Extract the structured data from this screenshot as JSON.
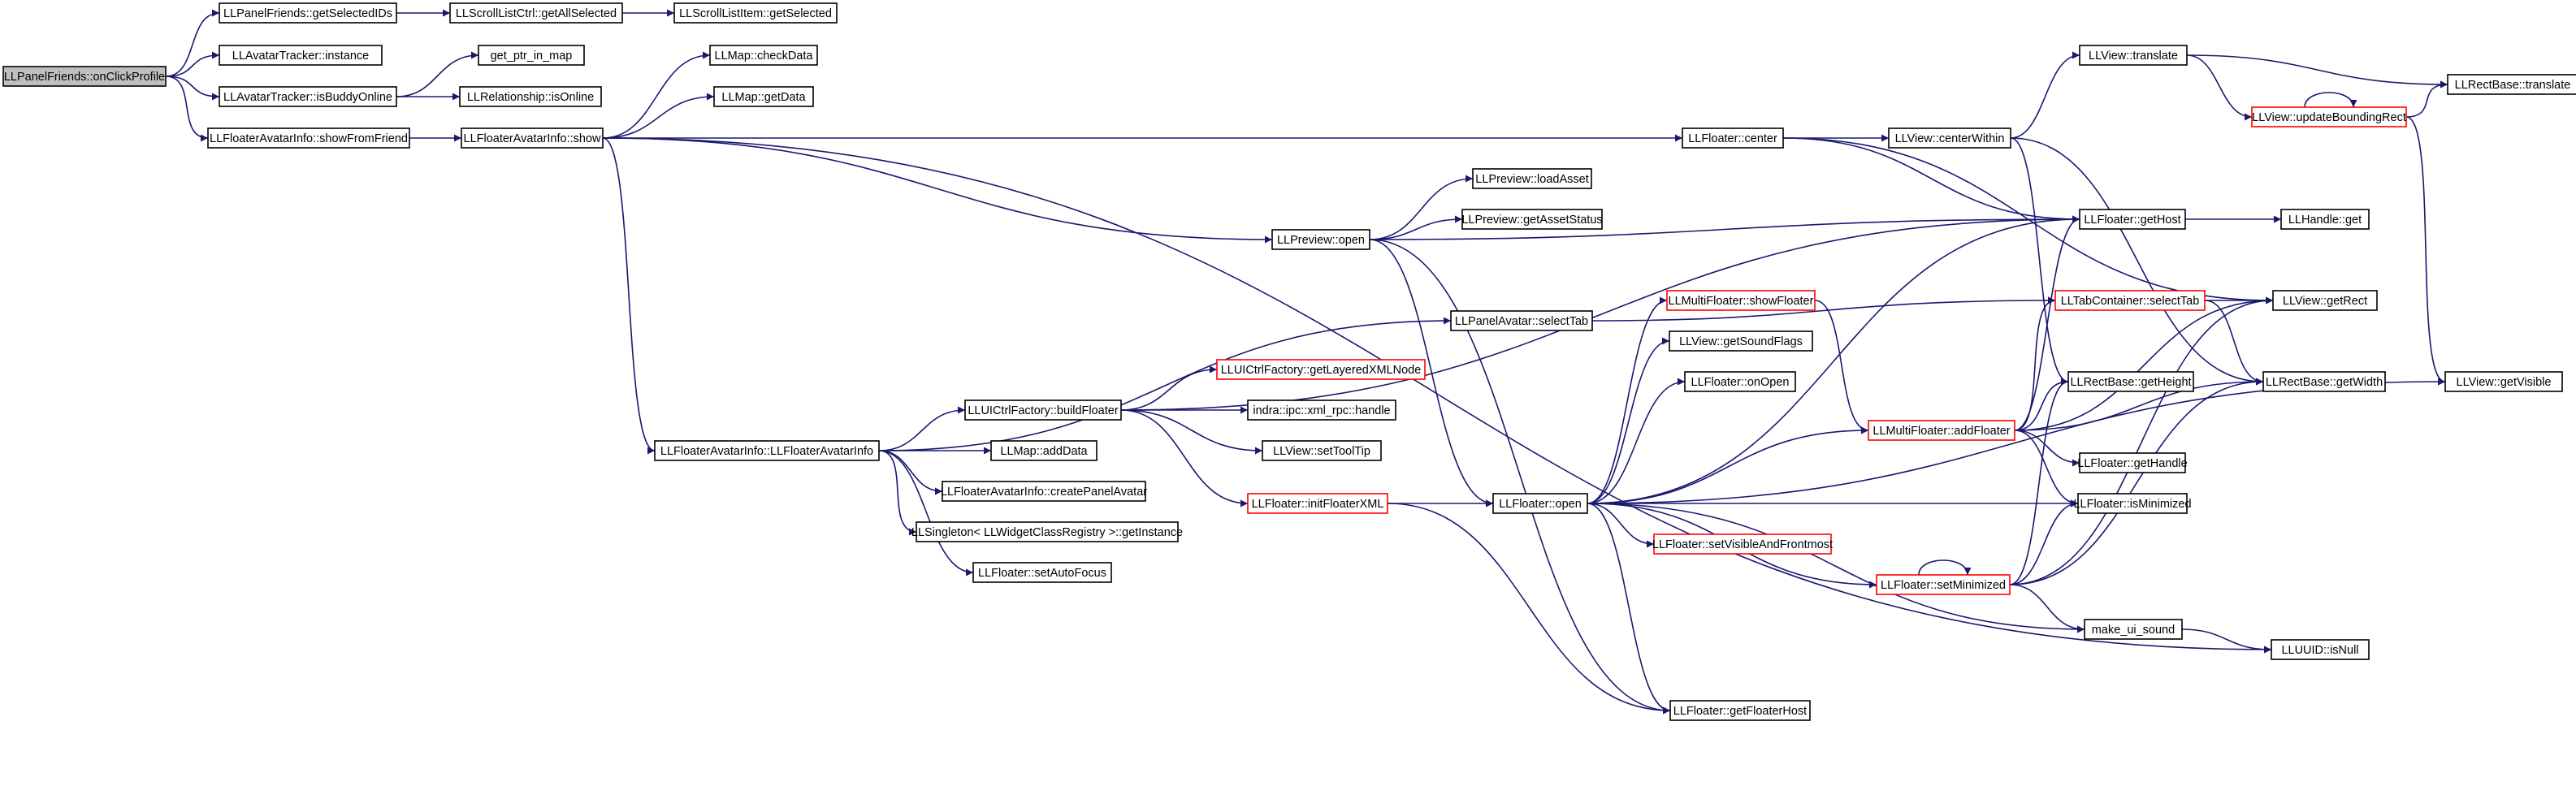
{
  "diagram": {
    "type": "call-graph",
    "colors": {
      "edge": "#191970",
      "node_border": "#000000",
      "truncated_border": "#ff0000",
      "root_fill": "#bfbfbf",
      "background": "#ffffff"
    },
    "nodes": [
      {
        "id": "onClickProfile",
        "label": "LLPanelFriends::onClickProfile",
        "style": "root"
      },
      {
        "id": "getSelectedIDs",
        "label": "LLPanelFriends::getSelectedIDs"
      },
      {
        "id": "getAllSelected",
        "label": "LLScrollListCtrl::getAllSelected"
      },
      {
        "id": "getSelected",
        "label": "LLScrollListItem::getSelected"
      },
      {
        "id": "avatarTrackerInstance",
        "label": "LLAvatarTracker::instance"
      },
      {
        "id": "isBuddyOnline",
        "label": "LLAvatarTracker::isBuddyOnline"
      },
      {
        "id": "getPtrInMap",
        "label": "get_ptr_in_map"
      },
      {
        "id": "isOnline",
        "label": "LLRelationship::isOnline"
      },
      {
        "id": "showFromFriend",
        "label": "LLFloaterAvatarInfo::showFromFriend"
      },
      {
        "id": "avatarInfoShow",
        "label": "LLFloaterAvatarInfo::show"
      },
      {
        "id": "checkData",
        "label": "LLMap::checkData"
      },
      {
        "id": "getData",
        "label": "LLMap::getData"
      },
      {
        "id": "floaterCenter",
        "label": "LLFloater::center"
      },
      {
        "id": "viewTranslate",
        "label": "LLView::translate"
      },
      {
        "id": "rectTranslate",
        "label": "LLRectBase::translate"
      },
      {
        "id": "updateBoundingRect",
        "label": "LLView::updateBoundingRect",
        "style": "red"
      },
      {
        "id": "centerWithin",
        "label": "LLView::centerWithin"
      },
      {
        "id": "loadAsset",
        "label": "LLPreview::loadAsset"
      },
      {
        "id": "getAssetStatus",
        "label": "LLPreview::getAssetStatus"
      },
      {
        "id": "getHost",
        "label": "LLFloater::getHost"
      },
      {
        "id": "handleGet",
        "label": "LLHandle::get"
      },
      {
        "id": "previewOpen",
        "label": "LLPreview::open"
      },
      {
        "id": "showFloater",
        "label": "LLMultiFloater::showFloater",
        "style": "red"
      },
      {
        "id": "selectTabTC",
        "label": "LLTabContainer::selectTab",
        "style": "red"
      },
      {
        "id": "getRect",
        "label": "LLView::getRect"
      },
      {
        "id": "selectTabPA",
        "label": "LLPanelAvatar::selectTab"
      },
      {
        "id": "getSoundFlags",
        "label": "LLView::getSoundFlags"
      },
      {
        "id": "getLayeredXMLNode",
        "label": "LLUICtrlFactory::getLayeredXMLNode",
        "style": "red"
      },
      {
        "id": "onOpen",
        "label": "LLFloater::onOpen"
      },
      {
        "id": "getHeight",
        "label": "LLRectBase::getHeight"
      },
      {
        "id": "getWidth",
        "label": "LLRectBase::getWidth"
      },
      {
        "id": "getVisible",
        "label": "LLView::getVisible"
      },
      {
        "id": "buildFloater",
        "label": "LLUICtrlFactory::buildFloater"
      },
      {
        "id": "xmlRpcHandle",
        "label": "indra::ipc::xml_rpc::handle"
      },
      {
        "id": "avatarInfoCtor",
        "label": "LLFloaterAvatarInfo::LLFloaterAvatarInfo"
      },
      {
        "id": "addFloater",
        "label": "LLMultiFloater::addFloater",
        "style": "red"
      },
      {
        "id": "addData",
        "label": "LLMap::addData"
      },
      {
        "id": "setToolTip",
        "label": "LLView::setToolTip"
      },
      {
        "id": "getHandle",
        "label": "LLFloater::getHandle"
      },
      {
        "id": "createPanelAvatar",
        "label": "LLFloaterAvatarInfo::createPanelAvatar"
      },
      {
        "id": "initFloaterXML",
        "label": "LLFloater::initFloaterXML",
        "style": "red"
      },
      {
        "id": "floaterOpen",
        "label": "LLFloater::open"
      },
      {
        "id": "isMinimized",
        "label": "LLFloater::isMinimized"
      },
      {
        "id": "singletonGetInstance",
        "label": "LLSingleton< LLWidgetClassRegistry >::getInstance"
      },
      {
        "id": "setVisibleAndFrontmost",
        "label": "LLFloater::setVisibleAndFrontmost",
        "style": "red"
      },
      {
        "id": "setAutoFocus",
        "label": "LLFloater::setAutoFocus"
      },
      {
        "id": "setMinimized",
        "label": "LLFloater::setMinimized",
        "style": "red"
      },
      {
        "id": "makeUiSound",
        "label": "make_ui_sound"
      },
      {
        "id": "uuidIsNull",
        "label": "LLUUID::isNull"
      },
      {
        "id": "getFloaterHost",
        "label": "LLFloater::getFloaterHost"
      }
    ],
    "edges": [
      [
        "onClickProfile",
        "getSelectedIDs"
      ],
      [
        "onClickProfile",
        "avatarTrackerInstance"
      ],
      [
        "onClickProfile",
        "isBuddyOnline"
      ],
      [
        "onClickProfile",
        "showFromFriend"
      ],
      [
        "getSelectedIDs",
        "getAllSelected"
      ],
      [
        "getAllSelected",
        "getSelected"
      ],
      [
        "isBuddyOnline",
        "getPtrInMap"
      ],
      [
        "isBuddyOnline",
        "isOnline"
      ],
      [
        "showFromFriend",
        "avatarInfoShow"
      ],
      [
        "avatarInfoShow",
        "checkData"
      ],
      [
        "avatarInfoShow",
        "getData"
      ],
      [
        "avatarInfoShow",
        "floaterCenter"
      ],
      [
        "avatarInfoShow",
        "previewOpen"
      ],
      [
        "avatarInfoShow",
        "avatarInfoCtor"
      ],
      [
        "avatarInfoShow",
        "uuidIsNull"
      ],
      [
        "floaterCenter",
        "centerWithin"
      ],
      [
        "floaterCenter",
        "getHost"
      ],
      [
        "floaterCenter",
        "getRect"
      ],
      [
        "centerWithin",
        "viewTranslate"
      ],
      [
        "centerWithin",
        "getHeight"
      ],
      [
        "centerWithin",
        "getWidth"
      ],
      [
        "viewTranslate",
        "rectTranslate"
      ],
      [
        "viewTranslate",
        "updateBoundingRect"
      ],
      [
        "updateBoundingRect",
        "updateBoundingRect"
      ],
      [
        "updateBoundingRect",
        "rectTranslate"
      ],
      [
        "updateBoundingRect",
        "getVisible"
      ],
      [
        "getHost",
        "handleGet"
      ],
      [
        "previewOpen",
        "loadAsset"
      ],
      [
        "previewOpen",
        "getAssetStatus"
      ],
      [
        "previewOpen",
        "getHost"
      ],
      [
        "previewOpen",
        "floaterOpen"
      ],
      [
        "previewOpen",
        "getFloaterHost"
      ],
      [
        "selectTabPA",
        "selectTabTC"
      ],
      [
        "selectTabTC",
        "getRect"
      ],
      [
        "selectTabTC",
        "getWidth"
      ],
      [
        "avatarInfoCtor",
        "selectTabPA"
      ],
      [
        "avatarInfoCtor",
        "buildFloater"
      ],
      [
        "avatarInfoCtor",
        "addData"
      ],
      [
        "avatarInfoCtor",
        "createPanelAvatar"
      ],
      [
        "avatarInfoCtor",
        "singletonGetInstance"
      ],
      [
        "avatarInfoCtor",
        "setAutoFocus"
      ],
      [
        "buildFloater",
        "getLayeredXMLNode"
      ],
      [
        "buildFloater",
        "xmlRpcHandle"
      ],
      [
        "buildFloater",
        "setToolTip"
      ],
      [
        "buildFloater",
        "initFloaterXML"
      ],
      [
        "buildFloater",
        "getHost"
      ],
      [
        "initFloaterXML",
        "floaterOpen"
      ],
      [
        "initFloaterXML",
        "getFloaterHost"
      ],
      [
        "floaterOpen",
        "getHost"
      ],
      [
        "floaterOpen",
        "showFloater"
      ],
      [
        "floaterOpen",
        "getSoundFlags"
      ],
      [
        "floaterOpen",
        "onOpen"
      ],
      [
        "floaterOpen",
        "addFloater"
      ],
      [
        "floaterOpen",
        "setVisibleAndFrontmost"
      ],
      [
        "floaterOpen",
        "setMinimized"
      ],
      [
        "floaterOpen",
        "isMinimized"
      ],
      [
        "floaterOpen",
        "makeUiSound"
      ],
      [
        "floaterOpen",
        "getVisible"
      ],
      [
        "floaterOpen",
        "getFloaterHost"
      ],
      [
        "showFloater",
        "addFloater"
      ],
      [
        "addFloater",
        "getHost"
      ],
      [
        "addFloater",
        "selectTabTC"
      ],
      [
        "addFloater",
        "getRect"
      ],
      [
        "addFloater",
        "getHeight"
      ],
      [
        "addFloater",
        "getWidth"
      ],
      [
        "addFloater",
        "getHandle"
      ],
      [
        "addFloater",
        "isMinimized"
      ],
      [
        "setMinimized",
        "setMinimized"
      ],
      [
        "setMinimized",
        "getHeight"
      ],
      [
        "setMinimized",
        "isMinimized"
      ],
      [
        "setMinimized",
        "getRect"
      ],
      [
        "setMinimized",
        "getWidth"
      ],
      [
        "setMinimized",
        "makeUiSound"
      ],
      [
        "makeUiSound",
        "uuidIsNull"
      ]
    ]
  }
}
